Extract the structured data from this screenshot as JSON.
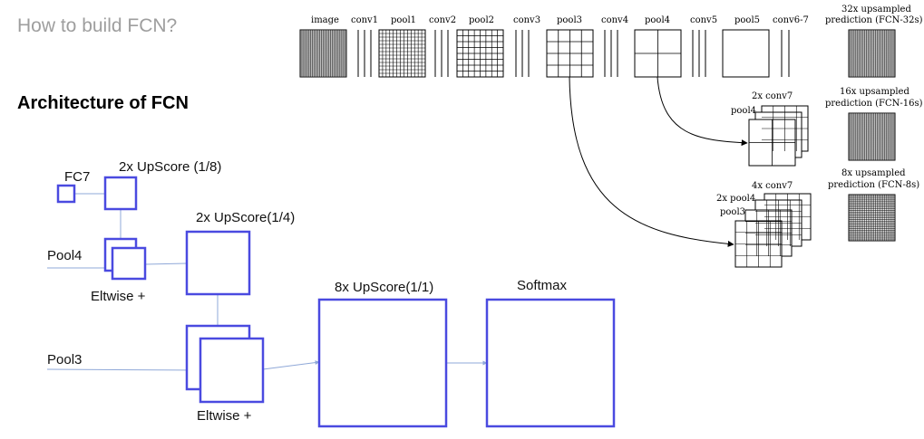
{
  "slide": {
    "title": "How to build FCN?",
    "section_title": "Architecture of FCN"
  },
  "left_diagram": {
    "fc7": "FC7",
    "upscore_1_8": "2x UpScore (1/8)",
    "pool4": "Pool4",
    "eltwise_1": "Eltwise +",
    "upscore_1_4": "2x UpScore(1/4)",
    "pool3": "Pool3",
    "eltwise_2": "Eltwise +",
    "upscore_1_1": "8x UpScore(1/1)",
    "softmax": "Softmax",
    "box_color": "#4a4ae0",
    "line_color": "#8fa8d8"
  },
  "right_diagram": {
    "layers": [
      "image",
      "conv1",
      "pool1",
      "conv2",
      "pool2",
      "conv3",
      "pool3",
      "conv4",
      "pool4",
      "conv5",
      "pool5",
      "conv6-7"
    ],
    "pred_32_line1": "32x upsampled",
    "pred_32_line2": "prediction (FCN-32s)",
    "pred_16_line1": "16x upsampled",
    "pred_16_line2": "prediction (FCN-16s)",
    "pred_8_line1": "8x upsampled",
    "pred_8_line2": "prediction (FCN-8s)",
    "conv7_2x": "2x conv7",
    "pool4_label": "pool4",
    "conv7_4x": "4x conv7",
    "pool4_2x": "2x pool4",
    "pool3_label": "pool3"
  }
}
